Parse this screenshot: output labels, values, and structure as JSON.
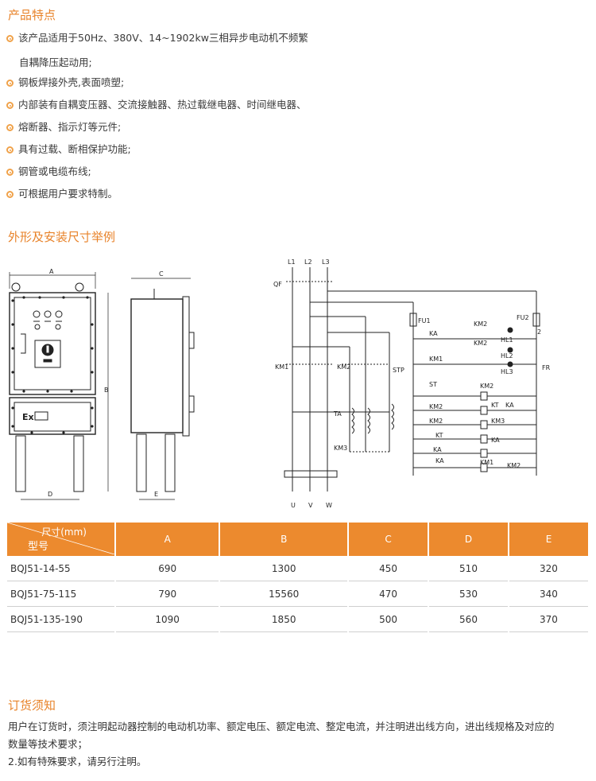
{
  "features_title": "产品特点",
  "features": [
    "该产品适用于50Hz、380V、14~1902kw三相异步电动机不频繁",
    "钢板焊接外壳,表面喷塑;",
    "内部装有自耦变压器、交流接触器、热过载继电器、时间继电器、",
    "熔断器、指示灯等元件;",
    "具有过载、断相保护功能;",
    "钢管或电缆布线;",
    "可根据用户要求特制。"
  ],
  "feature_continuation": "自耦降压起动用;",
  "dimensions_title": "外形及安装尺寸举例",
  "drawing_labels": {
    "A": "A",
    "B": "B",
    "C": "C",
    "D": "D",
    "E": "E",
    "Ex": "Ex",
    "L1": "L1",
    "L2": "L2",
    "L3": "L3",
    "QF": "QF",
    "FU1": "FU1",
    "FU2": "FU2",
    "KA": "KA",
    "KM1": "KM1",
    "KM2": "KM2",
    "KM3": "KM3",
    "TA": "TA",
    "STP": "STP",
    "ST": "ST",
    "KT": "KT",
    "HL1": "HL1",
    "HL2": "HL2",
    "HL3": "HL3",
    "FR": "FR",
    "two": "2",
    "U": "U",
    "V": "V",
    "W": "W"
  },
  "table": {
    "dim_header": "尺寸(mm)",
    "model_header": "型号",
    "columns": [
      "A",
      "B",
      "C",
      "D",
      "E"
    ],
    "rows": [
      {
        "model": "BQJ51-14-55",
        "values": [
          "690",
          "1300",
          "450",
          "510",
          "320"
        ]
      },
      {
        "model": "BQJ51-75-115",
        "values": [
          "790",
          "15560",
          "470",
          "530",
          "340"
        ]
      },
      {
        "model": "BQJ51-135-190",
        "values": [
          "1090",
          "1850",
          "500",
          "560",
          "370"
        ]
      }
    ]
  },
  "order_title": "订货须知",
  "order_lines": [
    "用户在订货时，须注明起动器控制的电动机功率、额定电压、额定电流、整定电流，并注明进出线方向，进出线规格及对应的",
    "数量等技术要求；",
    "2.如有特殊要求，请另行注明。"
  ],
  "colors": {
    "accent": "#e8832a",
    "bullet": "#f0a24a",
    "header_bg": "#ec8a2e"
  }
}
